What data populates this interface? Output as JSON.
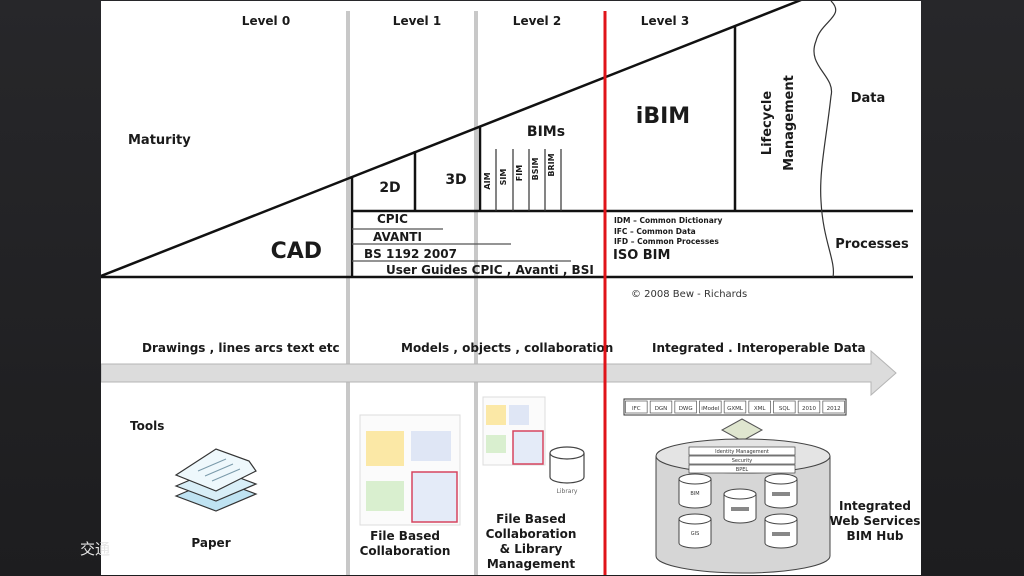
{
  "levels": [
    "Level 0",
    "Level 1",
    "Level 2",
    "Level 3"
  ],
  "row_labels": {
    "maturity": "Maturity",
    "tools": "Tools"
  },
  "maturity_blocks": {
    "cad": "CAD",
    "twod": "2D",
    "threed": "3D",
    "bims": "BIMs",
    "bim_types": [
      "AIM",
      "SIM",
      "FIM",
      "BSIM",
      "BRIM"
    ],
    "ibim": "iBIM",
    "lifecycle_1": "Lifecycle",
    "lifecycle_2": "Management",
    "data": "Data",
    "processes": "Processes"
  },
  "level1_processes": [
    "CPIC",
    "AVANTI",
    "BS 1192  2007",
    "User Guides CPIC , Avanti , BSI"
  ],
  "level3_processes": [
    "IDM – Common Dictionary",
    "IFC – Common Data",
    "IFD – Common Processes"
  ],
  "iso_bim": "ISO BIM",
  "copyright": "© 2008 Bew - Richards",
  "arrow_labels": [
    "Drawings ,  lines arcs text etc",
    "Models , objects , collaboration",
    "Integrated .  Interoperable Data"
  ],
  "tools": {
    "paper": "Paper",
    "file_based_1": "File Based",
    "file_based_2": "Collaboration",
    "library_1": "File Based",
    "library_2": "Collaboration",
    "library_3": "& Library",
    "library_4": "Management",
    "library_caption": "Library",
    "hub_1": "Integrated",
    "hub_2": "Web Services",
    "hub_3": "BIM Hub",
    "formats": [
      "IFC",
      "DGN",
      "DWG",
      "iModel",
      "GXML",
      "XML",
      "SQL",
      "2010",
      "2012"
    ],
    "hub_layers": [
      "Identity Management",
      "Security",
      "BPEL"
    ],
    "hub_dbs": [
      "BIM",
      "GIS"
    ]
  },
  "colors": {
    "level3_divider": "#e0141a",
    "level_divider": "#c8c8c8",
    "arrow_fill": "#dcdcdc"
  },
  "subtitle": "交通"
}
